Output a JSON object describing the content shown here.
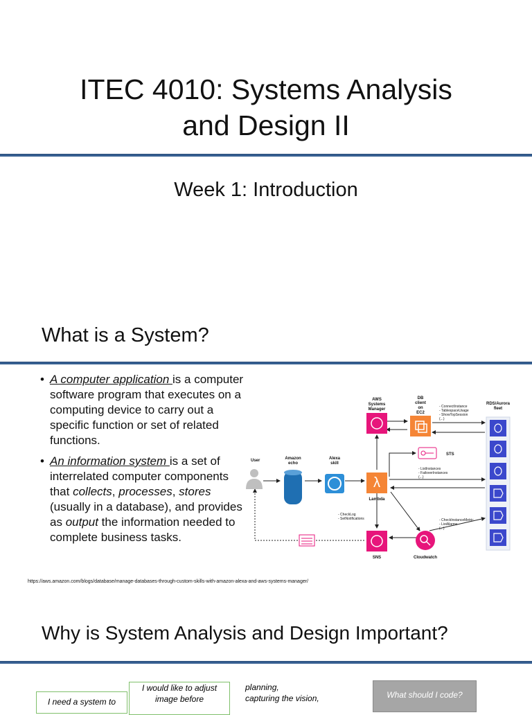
{
  "slide1": {
    "title": "ITEC 4010: Systems Analysis and Design II",
    "subtitle": "Week 1: Introduction"
  },
  "slide2": {
    "heading": "What is a System?",
    "bullet1": {
      "term": "A computer application ",
      "text": "is a computer software program that executes on a computing device to carry out a specific function or set of related functions."
    },
    "bullet2": {
      "term": "An information system ",
      "t1": "is a set of interrelated computer components that ",
      "e1": "collects",
      "t2": ", ",
      "e2": "processes",
      "t3": ", ",
      "e3": "stores",
      "t4": " (usually in a database), and provides as ",
      "e4": "output",
      "t5": " the information needed to complete business tasks."
    },
    "source": "https://aws.amazon.com/blogs/database/manage-databases-through-custom-skills-with-amazon-alexa-and-aws-systems-manager/",
    "diagram": {
      "user": "User",
      "echo": [
        "Amazon",
        "echo"
      ],
      "alexa": [
        "Alexa",
        "skill"
      ],
      "lambda": "Lambda",
      "ssm": [
        "AWS",
        "Systems",
        "Manager"
      ],
      "dbclient": [
        "DB",
        "client",
        "on",
        "EC2"
      ],
      "rds": [
        "RDS/Aurora",
        "fleet"
      ],
      "sts": "STS",
      "sns": "SNS",
      "cloudwatch": "Cloudwatch",
      "notes_db": [
        "- ConnectInstance",
        "- TablespaceUsage",
        "- ShowTopSession",
        "(...)"
      ],
      "notes_rds": [
        "- ListInstances",
        "- FailoverInstances",
        "(...)"
      ],
      "notes_lambda": [
        "- CheckLog",
        "- SetNotifications"
      ],
      "notes_cw": [
        "- CheckInstanceMetric",
        "- ListAlarms",
        "(...)"
      ]
    }
  },
  "slide3": {
    "heading": "Why is System Analysis and Design Important?",
    "card1": "I need a system to",
    "card2": "I would like to adjust image before",
    "card3": [
      "planning,",
      "capturing the vision,"
    ],
    "card4": "What should I code?"
  },
  "colors": {
    "accent": "#365f91",
    "aws_pink": "#e7157b",
    "aws_orange": "#f58536",
    "aws_blue": "#3b48cc"
  }
}
